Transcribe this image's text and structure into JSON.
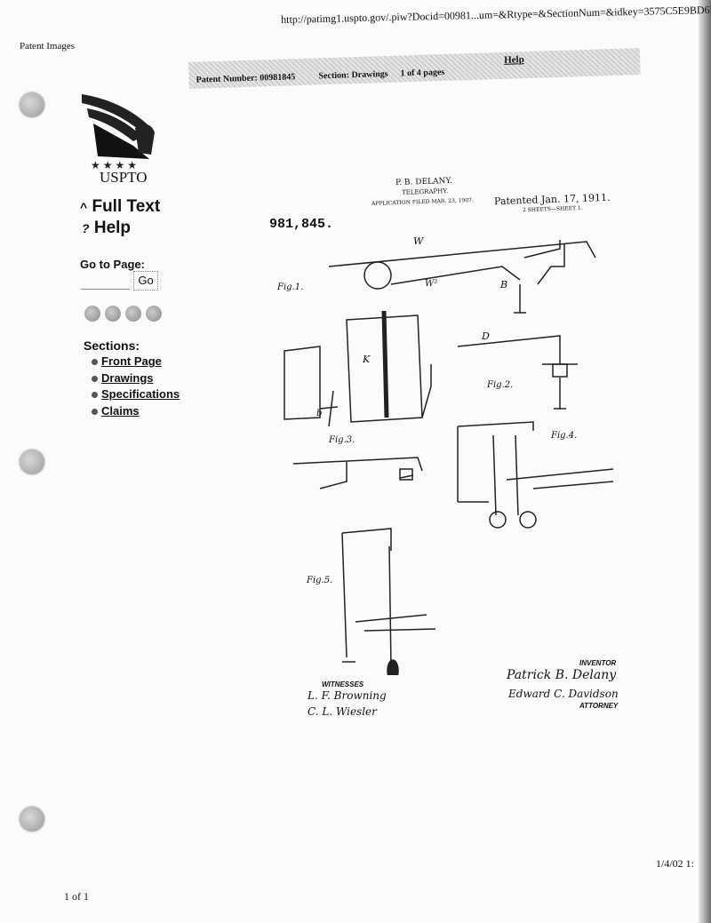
{
  "header": {
    "title": "Patent Images",
    "url": "http://patimg1.uspto.gov/.piw?Docid=00981...um=&Rtype=&SectionNum=&idkey=3575C5E9BD6F"
  },
  "toolbar": {
    "patent_number": "Patent Number: 00981845",
    "section": "Section: Drawings",
    "pages": "1 of 4 pages",
    "help_link": "Help"
  },
  "sidebar": {
    "logo_text": "USPTO",
    "full_text": "Full Text",
    "help": "Help",
    "goto_label": "Go to Page:",
    "goto_value": "",
    "go_button": "Go",
    "sections_label": "Sections:",
    "sections": [
      {
        "label": "Front Page"
      },
      {
        "label": "Drawings"
      },
      {
        "label": "Specifications"
      },
      {
        "label": "Claims"
      }
    ]
  },
  "drawing": {
    "patent_no": "981,845.",
    "inventor_head": "P. B. DELANY.",
    "subject": "TELEGRAPHY.",
    "filed": "APPLICATION FILED MAR. 23, 1907.",
    "patented": "Patented Jan. 17, 1911.",
    "sheets": "2 SHEETS—SHEET 1.",
    "fig_labels": [
      "Fig.1.",
      "Fig.2.",
      "Fig.3.",
      "Fig.4.",
      "Fig.5."
    ],
    "letters": {
      "w": "W",
      "w2": "W²",
      "b": "B",
      "d": "D",
      "k": "K",
      "bsmall": "b"
    },
    "witnesses_label": "WITNESSES",
    "witness_1": "L. F. Browning",
    "witness_2": "C. L. Wiesler",
    "inventor_label": "INVENTOR",
    "inventor_sig": "Patrick B. Delany",
    "attorney_sig": "Edward C. Davidson",
    "attorney_label": "ATTORNEY"
  },
  "footer": {
    "page_count": "1 of 1",
    "date": "1/4/02 1:"
  }
}
